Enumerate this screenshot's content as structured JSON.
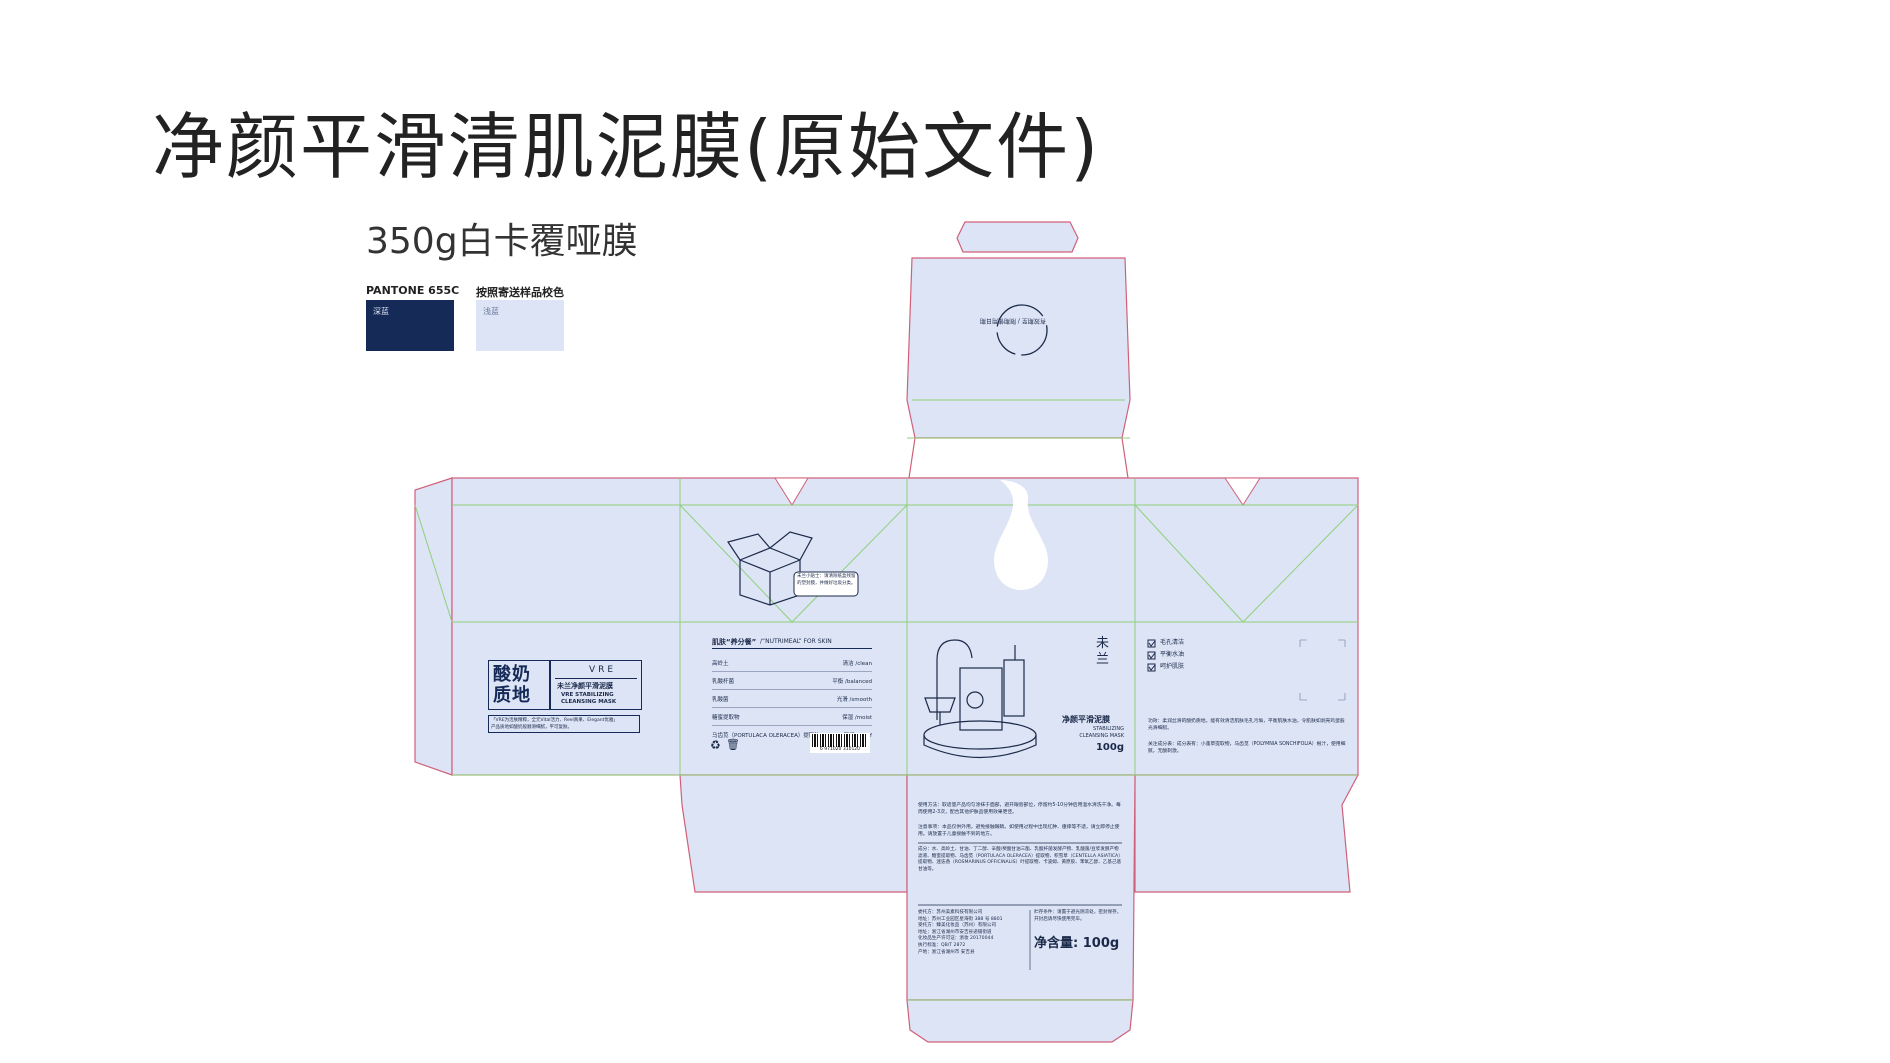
{
  "title": "净颜平滑清肌泥膜(原始文件)",
  "subtitle": "350g白卡覆哑膜",
  "swatches": [
    {
      "label": "PANTONE 655C",
      "name": "深蓝",
      "color": "#162a57"
    },
    {
      "label": "按照寄送样品校色",
      "name": "浅蓝",
      "color": "#dce4f5"
    }
  ],
  "colors": {
    "panel": "#dce4f5",
    "navy": "#162a57",
    "cut": "#d0607a",
    "fold": "#8fd07a"
  },
  "brand": {
    "logo": "酸奶质地",
    "mark": "VRE",
    "product_cn": "未兰净颜平滑泥膜",
    "product_en1": "VRE STABILIZING",
    "product_en2": "CLEANSING MASK",
    "tagline1": "「VRE为活肤精粹，全元Vital活力、Reel真果、Elegant优雅」",
    "tagline2": "产品质地如酸奶般顺滑细腻，平可复肤。"
  },
  "box_note": "未兰小贴士：请清除纸盒残留的塑封膜，并做好垃圾分类。",
  "nutri": {
    "header": "肌肤“养分餐”",
    "header_en": "/“NUTRIMEAL” FOR SKIN",
    "rows": [
      {
        "left": "高岭土",
        "right": "清洁 /clean"
      },
      {
        "left": "乳酸杆菌",
        "right": "平衡 /balanced"
      },
      {
        "left": "乳酸菌",
        "right": "光滑 /smooth"
      },
      {
        "left": "糖蜜提取物",
        "right": "保湿 /moist"
      },
      {
        "left": "马齿苋（PORTULACA OLERACEA）提取物",
        "right": "舒缓 /relief"
      }
    ],
    "barcode": "6 971020 310120"
  },
  "front": {
    "brand_cn": "未兰",
    "name_cn": "净颜平滑泥膜",
    "name_en1": "STABILIZING",
    "name_en2": "CLEANSING MASK",
    "weight": "100g"
  },
  "checklist": [
    "毛孔清洁",
    "平衡水油",
    "呵护肌肤"
  ],
  "side_text": "功效：柔润丝滑的酸奶质地，能有效清洁肌肤毛孔污垢，平衡肌肤水油，令肌肤如剥壳鸡蛋般光滑细腻。",
  "side_text2": "关注成分表：成分表有：小蓬草提取物，马齿苋（POLYMNIA SONCHIFOLIA）根汁，使用细腻，无酸刺激。",
  "usage": "使用方法：取适量产品均匀涂抹于面部，避开眼唇部位，停留约5-10分钟后用温水清洗干净。每周使用2-3次，配合其他护肤品使用效果更佳。",
  "caution": "注意事项：本品仅供外用，避免接触眼睛。如使用过程中出现红肿、瘙痒等不适，请立即停止使用。请放置于儿童接触不到的地方。",
  "ingredients": "成分：水、高岭土、甘油、丁二醇、辛酸/癸酸甘油三酯、乳酸杆菌发酵产物、乳酸菌/豆浆发酵产物滤液、糖蜜提取物、马齿苋（PORTULACA OLERACEA）提取物、积雪草（CENTELLA ASIATICA）提取物、迷迭香（ROSMARINUS OFFICINALIS）叶提取物、卡波姆、黄原胶、苯氧乙醇、乙基己基甘油等。",
  "info": [
    "委托方：苏州美素科技有限公司",
    "地址：苏州工业园区星海街 388 号 8801",
    "受托方：臻美化妆品（苏州）有限公司",
    "地址：浙江省湖州市安吉县递铺街道",
    "化妆品生产许可证：浙妆 20170044",
    "执行标准：QB/T 2872",
    "产地：浙江省湖州市 安吉县"
  ],
  "storage": "贮存条件：请置于避光阴凉处，密封保存，开封后请尽快使用完毕。",
  "net": "净含量: 100g",
  "top_flap": "有效期至 / 限期使用日期"
}
